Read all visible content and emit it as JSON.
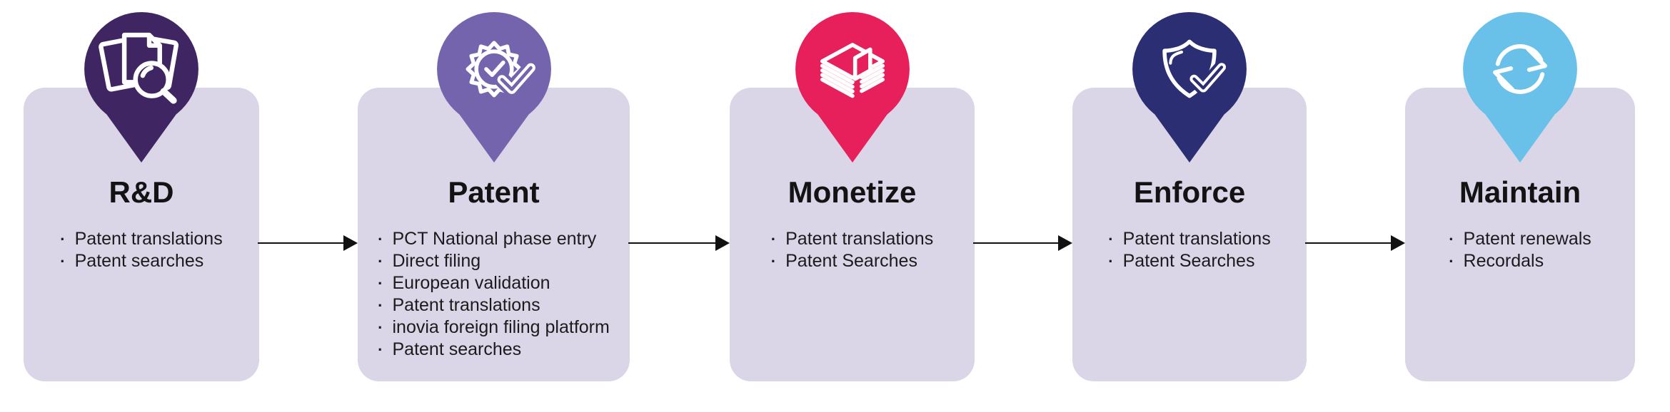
{
  "diagram": {
    "name": "IP lifecycle process flow",
    "background_color": "#ffffff",
    "card_color": "#DAD6E8",
    "title_text_color": "#131313",
    "bullet_text_color": "#1b1b1b",
    "arrow_color": "#111111",
    "icon_stroke_color": "#ffffff",
    "bullet_marker": "·",
    "stages": [
      {
        "title": "R&D",
        "pin_color": "#3F2663",
        "icon": "documents-search-icon",
        "bullets": [
          "Patent translations",
          "Patent searches"
        ]
      },
      {
        "title": "Patent",
        "pin_color": "#7464AE",
        "icon": "certified-badge-icon",
        "bullets": [
          "PCT National phase entry",
          "Direct filing",
          "European validation",
          "Patent translations",
          "inovia foreign filing platform",
          "Patent searches"
        ]
      },
      {
        "title": "Monetize",
        "pin_color": "#E71F5B",
        "icon": "money-stack-icon",
        "bullets": [
          "Patent translations",
          "Patent Searches"
        ]
      },
      {
        "title": "Enforce",
        "pin_color": "#2B2E72",
        "icon": "shield-check-icon",
        "bullets": [
          "Patent translations",
          "Patent Searches"
        ]
      },
      {
        "title": "Maintain",
        "pin_color": "#69C1E9",
        "icon": "sync-arrows-icon",
        "bullets": [
          "Patent renewals",
          "Recordals"
        ]
      }
    ]
  }
}
